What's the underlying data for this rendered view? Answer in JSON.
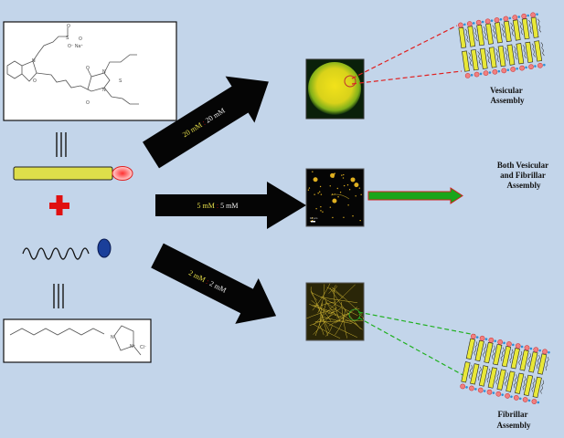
{
  "molecules": {
    "dye": {
      "atoms": [
        "O",
        "O",
        "S",
        "O⁻ Na⁺",
        "N",
        "O",
        "O",
        "N",
        "S",
        "N",
        "O"
      ]
    },
    "ionic_liquid": {
      "atoms": [
        "N",
        "N⁺",
        "Cl⁻"
      ]
    }
  },
  "arrows": [
    {
      "left": "20 mM",
      "sep": ":",
      "right": "20 mM"
    },
    {
      "left": "5 mM",
      "sep": ":",
      "right": "5 mM"
    },
    {
      "left": "2 mM",
      "sep": ":",
      "right": "2 mM"
    }
  ],
  "scale_bar": "10 µm",
  "labels": {
    "vesicular": [
      "Vesicular",
      "Assembly"
    ],
    "both": [
      "Both Vesicular",
      "and Fibrillar",
      "Assembly"
    ],
    "fibrillar": [
      "Fibrillar",
      "Assembly"
    ]
  },
  "colors": {
    "background": "#c3d5ea",
    "yellow_text": "#e8e04a",
    "separator": "#d01010",
    "green_arrow": "#1aa51a",
    "plus": "#e01010"
  }
}
